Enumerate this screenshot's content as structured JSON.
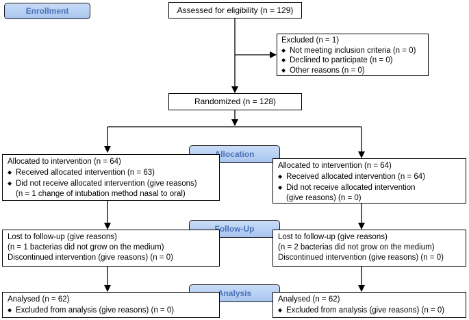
{
  "stages": {
    "enrollment": "Enrollment",
    "allocation": "Allocation",
    "followup": "Follow-Up",
    "analysis": "Analysis"
  },
  "assessed": "Assessed for eligibility (n = 129)",
  "excluded": {
    "title": "Excluded (n = 1)",
    "items": [
      "Not meeting inclusion criteria (n = 0)",
      "Declined to participate (n = 0)",
      "Other reasons (n = 0)"
    ]
  },
  "randomized": "Randomized (n = 128)",
  "left": {
    "allocation": {
      "title": "Allocated to intervention (n = 64)",
      "received": "Received allocated intervention (n = 63)",
      "not_received": "Did not receive allocated intervention (give reasons)",
      "not_received_detail": "(n = 1 change of intubation method nasal to oral)"
    },
    "followup": {
      "lost": "Lost to follow-up (give reasons)",
      "lost_detail": "(n = 1 bacterias did not grow on the medium)",
      "discontinued": "Discontinued intervention (give reasons) (n = 0)"
    },
    "analysis": {
      "analysed": "Analysed (n = 62)",
      "excluded": "Excluded from analysis (give reasons) (n = 0)"
    }
  },
  "right": {
    "allocation": {
      "title": "Allocated to intervention (n = 64)",
      "received": "Received allocated intervention (n = 64)",
      "not_received": "Did not receive allocated intervention",
      "not_received_detail": "(give reasons) (n = 0)"
    },
    "followup": {
      "lost": "Lost to follow-up (give reasons)",
      "lost_detail": "(n = 2 bacterias did not grow on the medium)",
      "discontinued": "Discontinued intervention (give reasons) (n = 0)"
    },
    "analysis": {
      "analysed": "Analysed (n = 62)",
      "excluded": "Excluded from analysis (give reasons) (n = 0)"
    }
  }
}
